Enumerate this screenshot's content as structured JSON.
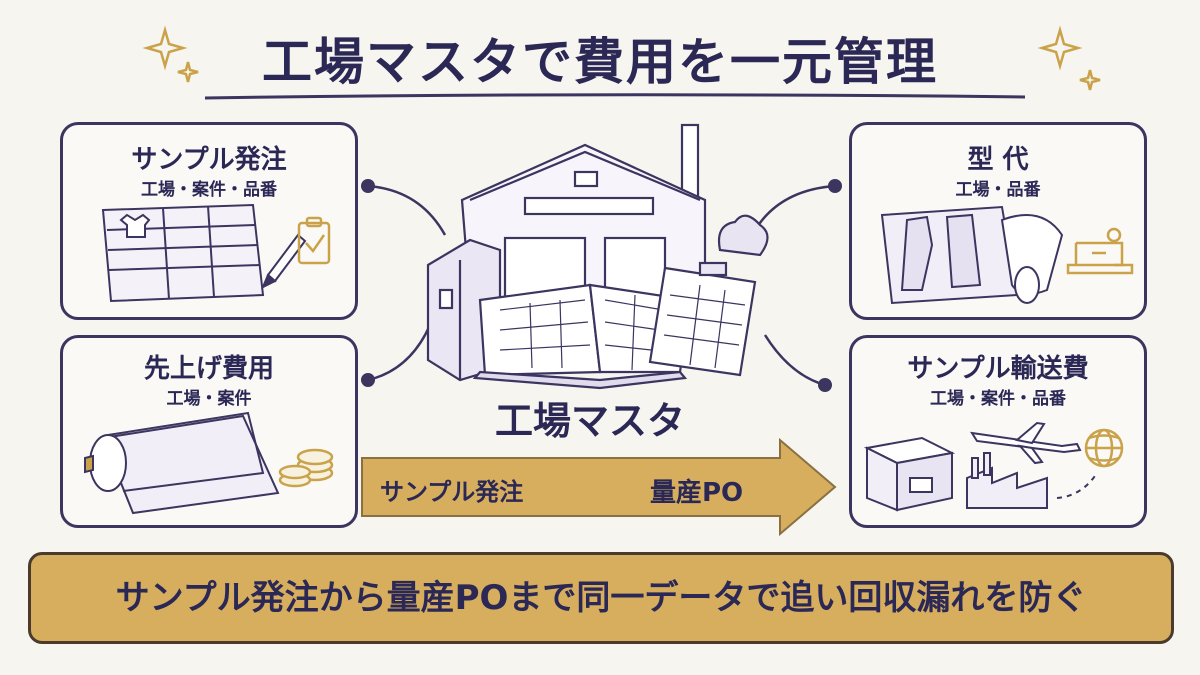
{
  "title": "工場マスタで費用を一元管理",
  "center_label": "工場マスタ",
  "cards": {
    "sample_order": {
      "title": "サンプル発注",
      "subtitle": "工場・案件・品番"
    },
    "advance_cost": {
      "title": "先上げ費用",
      "subtitle": "工場・案件"
    },
    "mold_cost": {
      "title": "型 代",
      "subtitle": "工場・品番"
    },
    "sample_shipping": {
      "title": "サンプル輸送費",
      "subtitle": "工場・案件・品番"
    }
  },
  "arrow": {
    "start_label": "サンプル発注",
    "end_label": "量産PO"
  },
  "bottom_message": "サンプル発注から量産POまで同一データで追い回収漏れを防ぐ",
  "colors": {
    "ink": "#2b2855",
    "frame": "#3b3560",
    "gold": "#d6ae5e",
    "accent": "#c9a24a"
  }
}
